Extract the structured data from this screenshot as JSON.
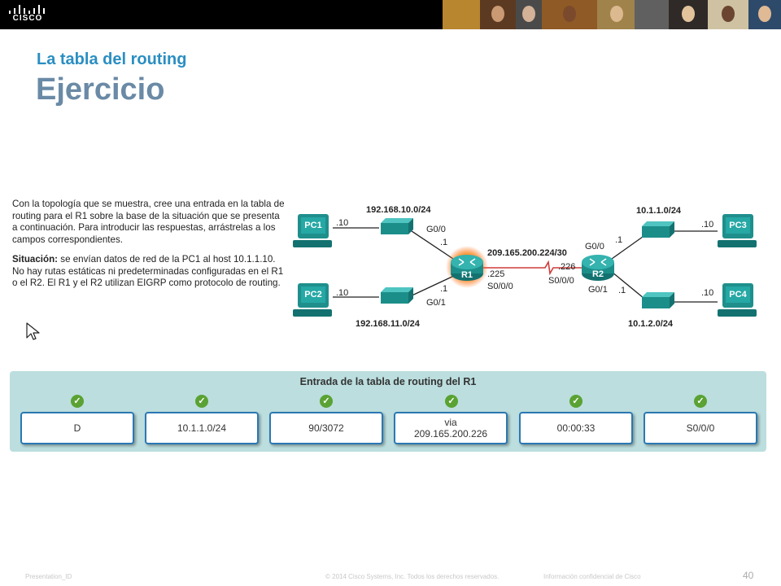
{
  "header": {
    "logo_text": "CISCO",
    "colors": {
      "bar": "#000000"
    }
  },
  "slide": {
    "subtitle": "La tabla del routing",
    "title": "Ejercicio"
  },
  "instructions": {
    "paragraph1": "Con la topología que se muestra, cree una entrada en la tabla de routing para el R1 sobre la base de la situación que se presenta a continuación. Para introducir las respuestas, arrástrelas a los campos correspondientes.",
    "situation_label": "Situación:",
    "situation_text": " se envían datos de red de la PC1 al host 10.1.1.10. No hay rutas estáticas ni predeterminadas configuradas en el R1 o el R2. El R1 y el R2 utilizan EIGRP como protocolo de routing."
  },
  "topology": {
    "pcs": {
      "pc1": "PC1",
      "pc2": "PC2",
      "pc3": "PC3",
      "pc4": "PC4"
    },
    "routers": {
      "r1": "R1",
      "r2": "R2"
    },
    "networks": {
      "net_pc1": "192.168.10.0/24",
      "net_pc2": "192.168.11.0/24",
      "net_pc3": "10.1.1.0/24",
      "net_pc4": "10.1.2.0/24",
      "net_serial": "209.165.200.224/30"
    },
    "addresses": {
      "pc1_host": ".10",
      "pc2_host": ".10",
      "pc3_host": ".10",
      "pc4_host": ".10",
      "r1_g00_ip": ".1",
      "r1_g01_ip": ".1",
      "r1_s000_ip": ".225",
      "r2_s000_ip": ".226",
      "r2_g00_ip": ".1",
      "r2_g01_ip": ".1"
    },
    "interfaces": {
      "r1_g00": "G0/0",
      "r1_g01": "G0/1",
      "r1_s000": "S0/0/0",
      "r2_s000": "S0/0/0",
      "r2_g00": "G0/0",
      "r2_g01": "G0/1"
    }
  },
  "routing_entry": {
    "title": "Entrada de la tabla de routing del R1",
    "fields": [
      "D",
      "10.1.1.0/24",
      "90/3072",
      "via\n209.165.200.226",
      "00:00:33",
      "S0/0/0"
    ],
    "check_symbol": "✓"
  },
  "footer": {
    "presentation_id": "Presentation_ID",
    "copyright": "© 2014 Cisco Systems, Inc. Todos los derechos reservados.",
    "confidential": "Información confidencial de Cisco",
    "page_number": "40"
  }
}
